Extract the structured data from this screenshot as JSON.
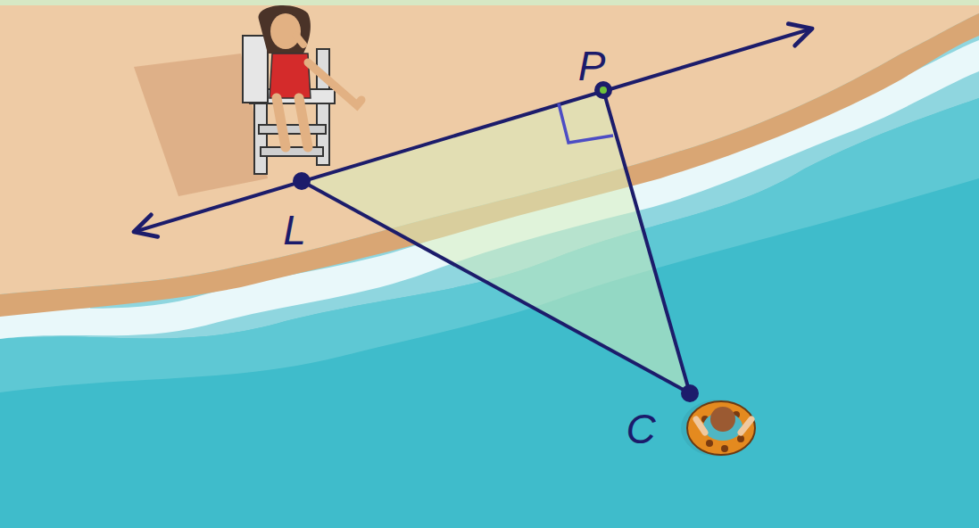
{
  "diagram": {
    "labels": [
      "P",
      "L",
      "C"
    ]
  }
}
